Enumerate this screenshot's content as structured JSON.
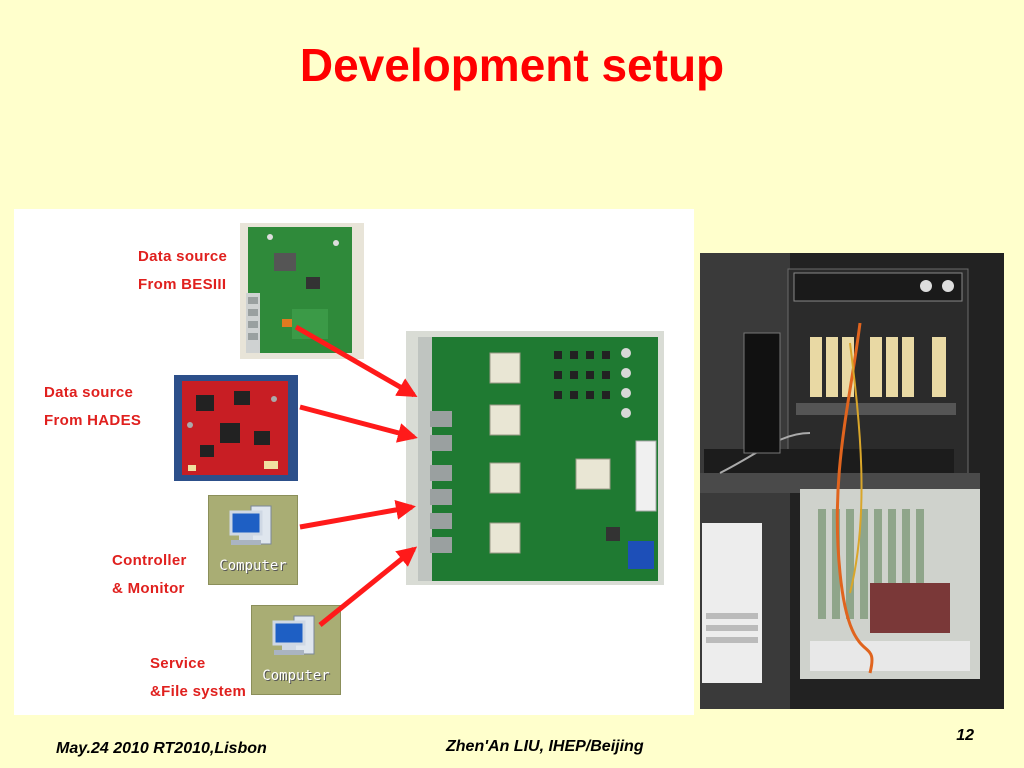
{
  "slide": {
    "title": "Development setup",
    "footer_left": "May.24 2010 RT2010,Lisbon",
    "footer_center": "Zhen'An LIU, IHEP/Beijing",
    "page_number": "12"
  },
  "diagram": {
    "sources": [
      {
        "line1": "Data source",
        "line2": "From BESIII"
      },
      {
        "line1": "Data source",
        "line2": "From HADES"
      },
      {
        "line1": "Controller",
        "line2": "& Monitor"
      },
      {
        "line1": "Service",
        "line2": "&File system"
      }
    ],
    "computer_caption_1": "Computer",
    "computer_caption_2": "Computer"
  },
  "colors": {
    "background": "#ffffcc",
    "title": "#ff0000",
    "label": "#e0201e",
    "arrow": "#ff1a1a",
    "pcb_green": "#1f7a32"
  }
}
